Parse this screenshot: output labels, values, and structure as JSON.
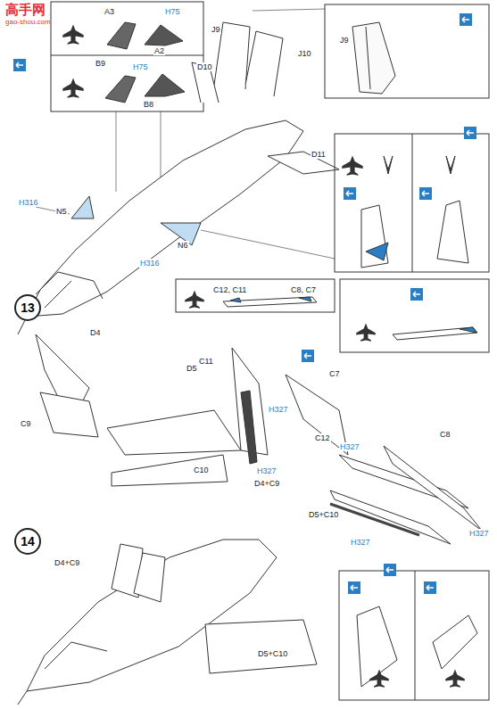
{
  "diagram": {
    "nodes": [
      {
        "text": [
          "13"
        ]
      },
      {
        "text": [
          "14"
        ]
      }
    ],
    "labels": [
      "高手网",
      "gao-shou.com",
      "A3",
      "H75",
      "A2",
      "B9",
      "H75",
      "B8",
      "J9",
      "J10",
      "D10",
      "D11",
      "J9",
      "H316",
      "N5",
      "N6",
      "H316",
      "C12, C11",
      "C8, C7",
      "D4",
      "C9",
      "D5",
      "C10",
      "C11",
      "C7",
      "H327",
      "H327",
      "D4+C9",
      "C12",
      "C8",
      "H327",
      "D5+C10",
      "H327",
      "H327",
      "D4+C9",
      "D5+C10"
    ]
  }
}
